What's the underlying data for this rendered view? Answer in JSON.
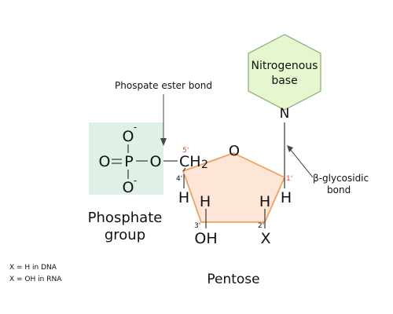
{
  "base": {
    "title_line1": "Nitrogenous",
    "title_line2": "base",
    "n_atom": "N"
  },
  "labels": {
    "ester_bond": "Phospate ester bond",
    "glycosidic_line1": "β-glycosidic",
    "glycosidic_line2": "bond",
    "phosphate_group_line1": "Phosphate",
    "phosphate_group_line2": "group",
    "pentose": "Pentose"
  },
  "phosphate": {
    "o_top": "O",
    "o_top_charge": "-",
    "o_left": "O",
    "p": "P",
    "o_bottom": "O",
    "o_bottom_charge": "-",
    "o_right": "O",
    "ch2": "CH",
    "ch2_sub": "2",
    "carbon5_label": "5'"
  },
  "ring": {
    "ring_o": "O",
    "c4_label": "4'",
    "c3_label": "3'",
    "c2_label": "2'",
    "c1_label": "1'",
    "h_c4": "H",
    "h_c3": "H",
    "h_c2": "H",
    "h_c1": "H",
    "oh_c3": "OH",
    "x_c2": "X"
  },
  "legend": {
    "line1": "X = H in DNA",
    "line2": "X = OH in RNA"
  },
  "colors": {
    "base_fill": "#e6f7d0",
    "base_stroke": "#8aa878",
    "phosphate_fill": "#dff0e6",
    "ring_fill": "#fde6d5",
    "ring_stroke": "#f0a060",
    "accent_red": "#e53935",
    "line": "#444444"
  }
}
